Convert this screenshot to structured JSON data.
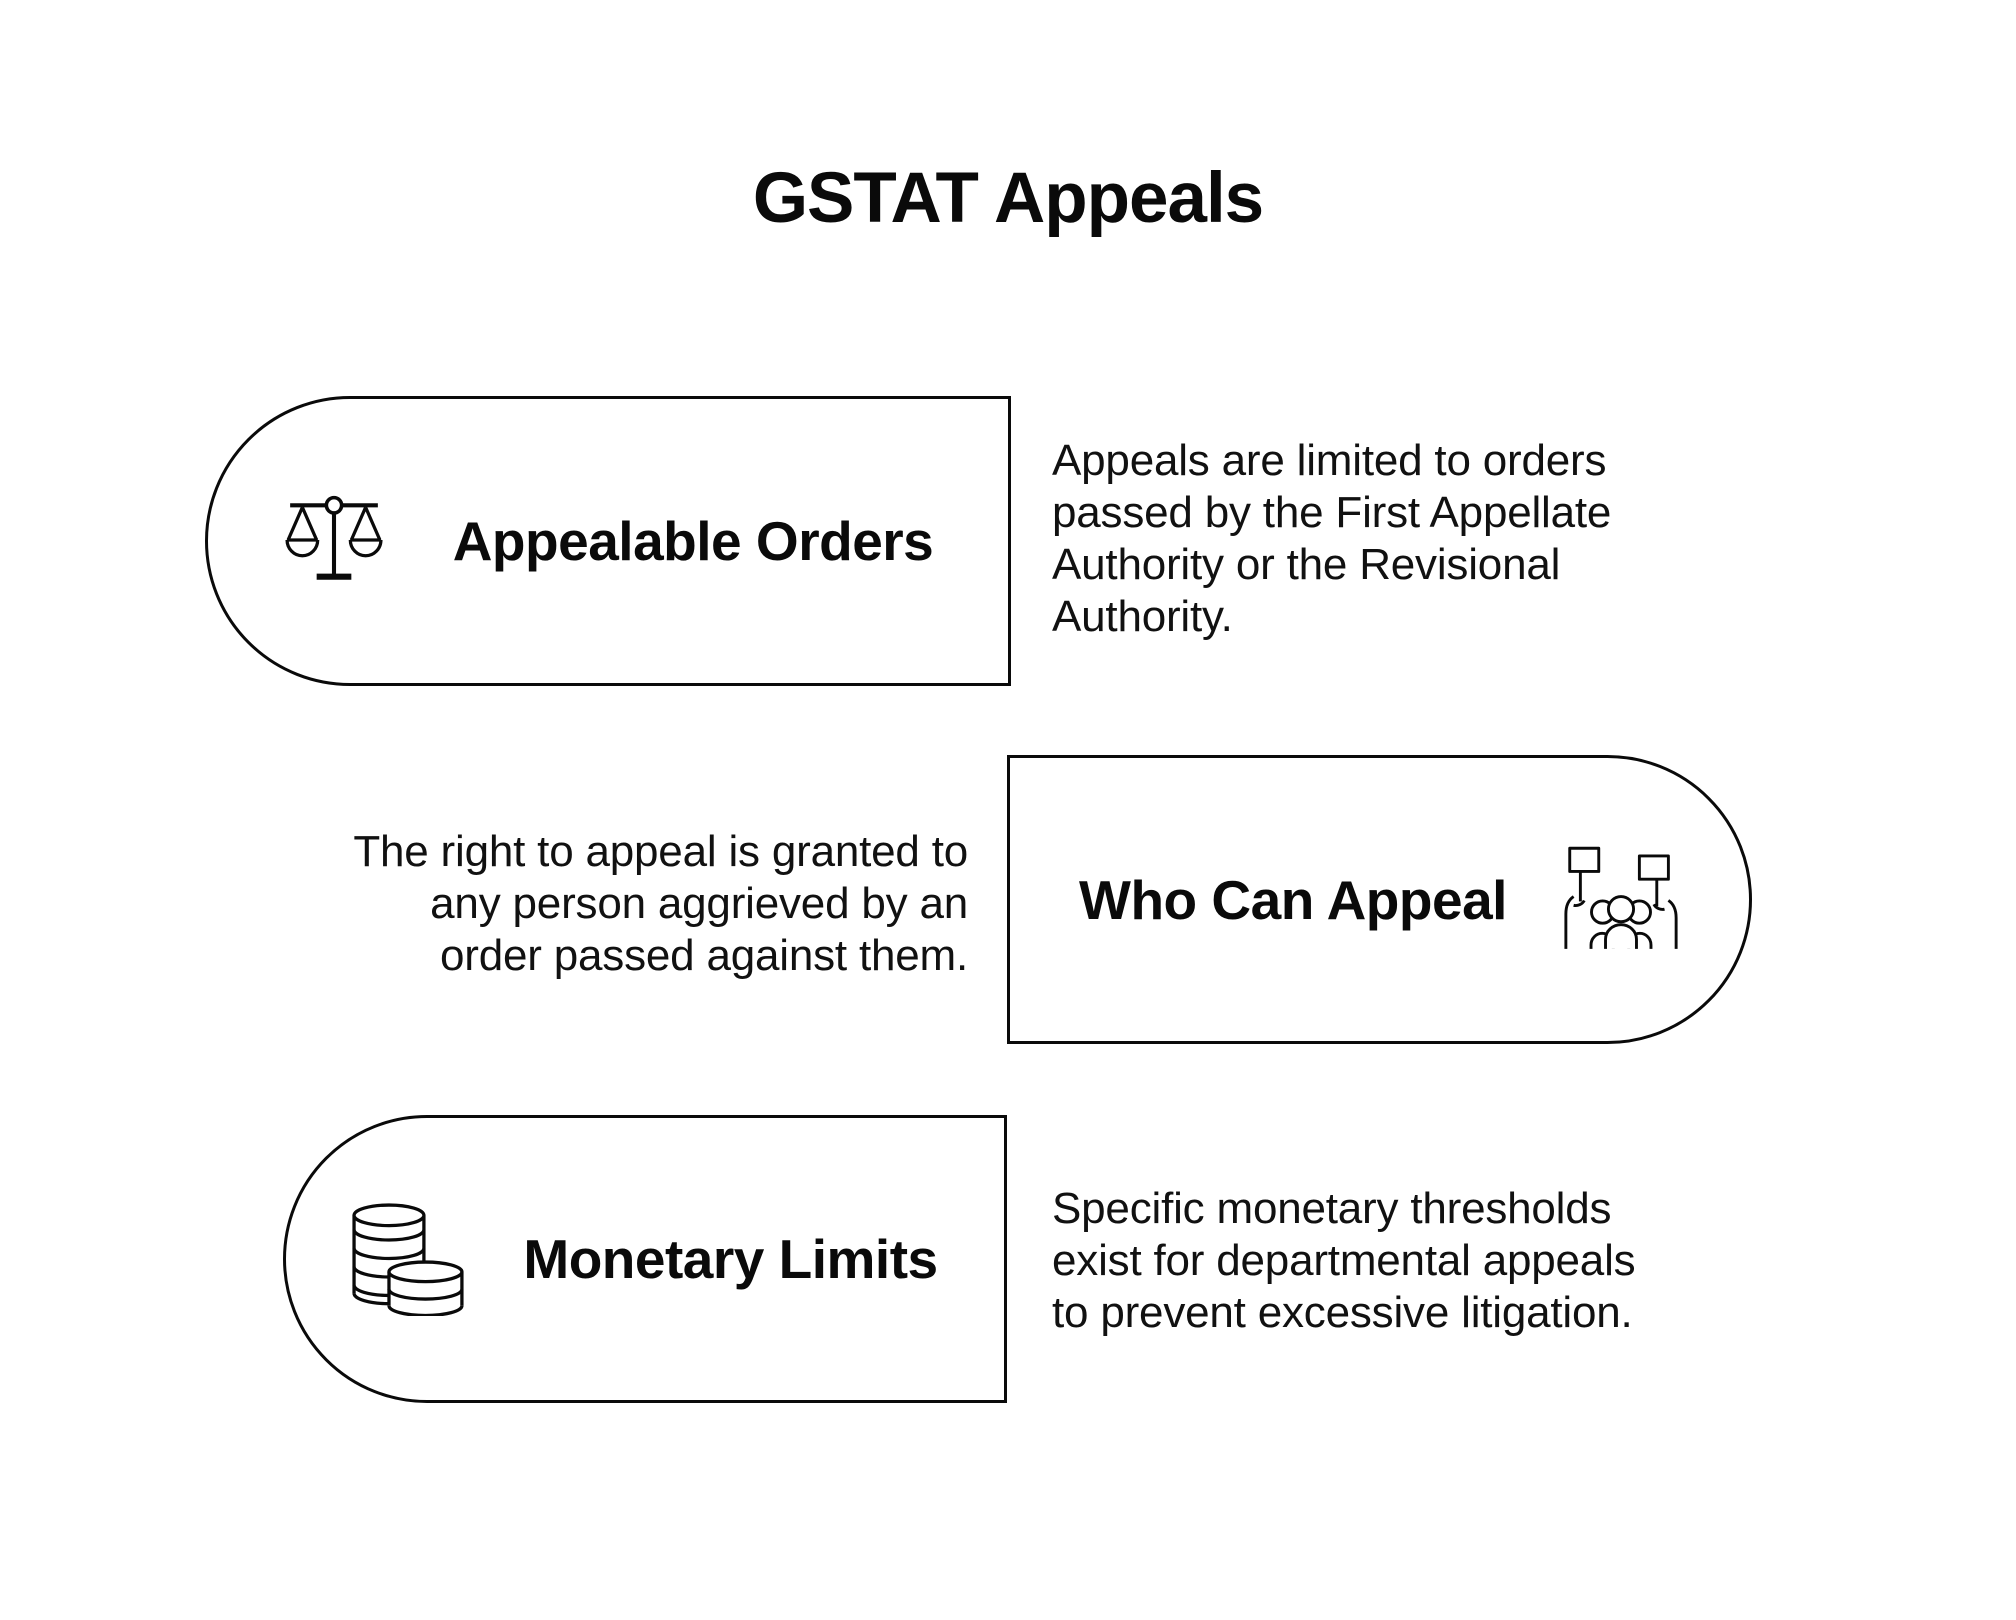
{
  "title": "GSTAT Appeals",
  "cards": [
    {
      "title": "Appealable Orders",
      "icon": "scales-icon",
      "description": "Appeals are limited to orders\npassed by the First Appellate\nAuthority or the Revisional\nAuthority."
    },
    {
      "title": "Who Can Appeal",
      "icon": "people-protest-icon",
      "description": "The right to appeal is granted to\nany person aggrieved by an\norder passed against them."
    },
    {
      "title": "Monetary Limits",
      "icon": "coins-icon",
      "description": "Specific monetary thresholds\nexist for departmental appeals\nto prevent excessive litigation."
    }
  ],
  "colors": {
    "background": "#ffffff",
    "stroke": "#000000",
    "text": "#111111"
  }
}
